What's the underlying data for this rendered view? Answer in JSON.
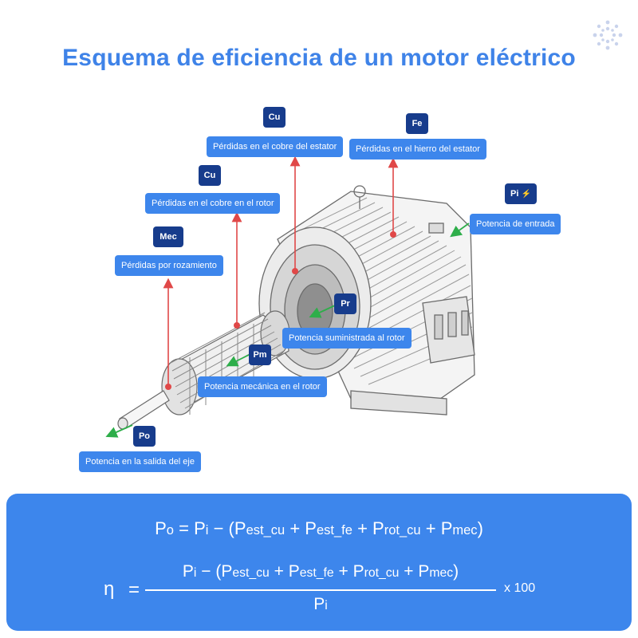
{
  "title": "Esquema de eficiencia de un motor eléctrico",
  "labels": {
    "stator_copper": {
      "badge": "Cu",
      "text": "Pérdidas en el cobre del estator"
    },
    "stator_iron": {
      "badge": "Fe",
      "text": "Pérdidas en el hierro del estator"
    },
    "rotor_copper": {
      "badge": "Cu",
      "text": "Pérdidas en el cobre en el rotor"
    },
    "input_power": {
      "badge": "Pi",
      "text": "Potencia de entrada"
    },
    "friction": {
      "badge": "Mec",
      "text": "Pérdidas por rozamiento"
    },
    "rotor_power": {
      "badge": "Pr",
      "text": "Potencia suministrada al rotor"
    },
    "mech_power": {
      "badge": "Pm",
      "text": "Potencia mecánica en el rotor"
    },
    "output_power": {
      "badge": "Po",
      "text": "Potencia en la salida del eje"
    }
  },
  "formula": {
    "po": {
      "P": "P",
      "o": "o"
    },
    "eq": "=",
    "pi": {
      "P": "P",
      "i": "i"
    },
    "minus_open": "−  (",
    "est_cu": {
      "P": "P",
      "s": "est_cu"
    },
    "est_fe": {
      "P": "P",
      "s": "est_fe"
    },
    "rot_cu": {
      "P": "P",
      "s": "rot_cu"
    },
    "mec": {
      "P": "P",
      "s": "mec"
    },
    "plus": "+",
    "close": ")",
    "eta": "η",
    "times": "x 100"
  },
  "colors": {
    "accent": "#3d86ec",
    "title": "#3f83e8",
    "badge": "#173c8c",
    "loss_arrow": "#e04848",
    "power_arrow": "#2eae4a"
  },
  "icons": {
    "input_power_badge": "lightning-bolt-icon"
  }
}
